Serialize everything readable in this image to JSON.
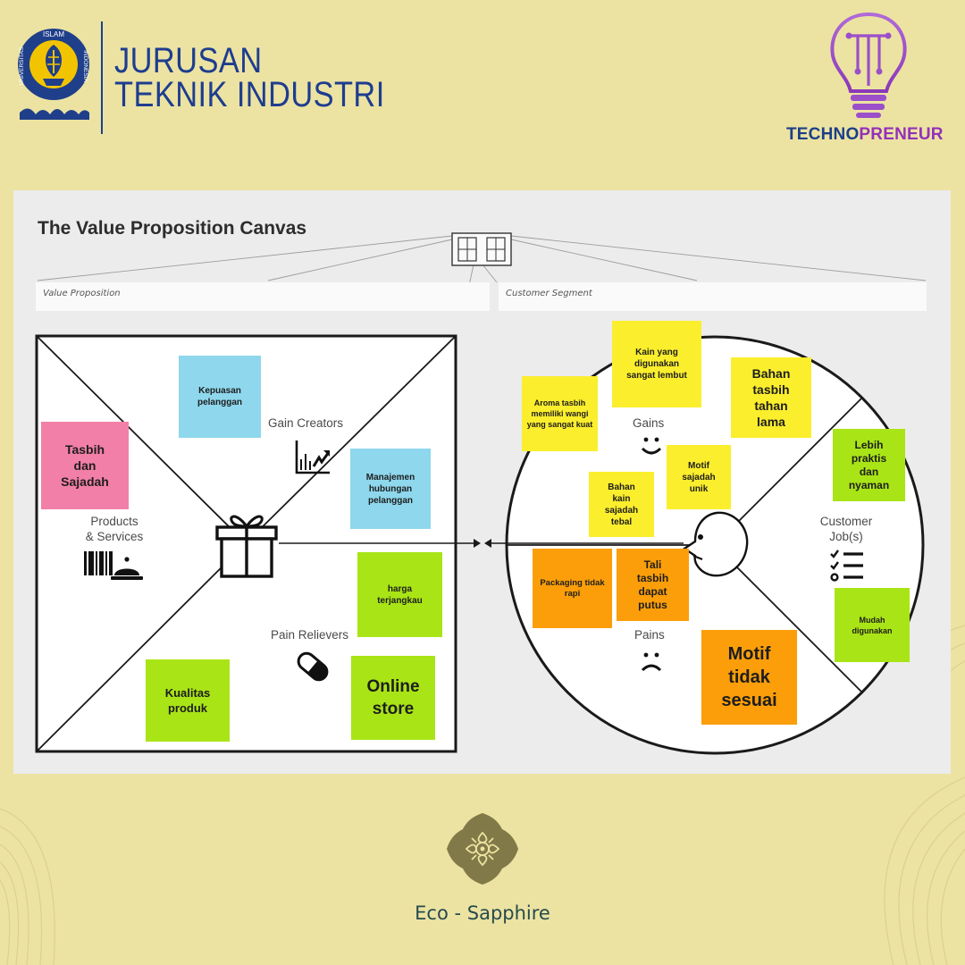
{
  "header": {
    "logo_ring_top": "ISLAM",
    "logo_ring_left": "UNIVERSITAS",
    "logo_ring_right": "INDONESIA",
    "dept_line1": "JURUSAN",
    "dept_line2": "TEKNIK INDUSTRI",
    "brand_prefix": "TECHNO",
    "brand_suffix": "PRENEUR"
  },
  "canvas": {
    "title": "The Value Proposition Canvas",
    "value_proposition_label": "Value Proposition",
    "customer_segment_label": "Customer Segment",
    "zones": {
      "gain_creators": "Gain Creators",
      "products_services_line1": "Products",
      "products_services_line2": "& Services",
      "pain_relievers": "Pain Relievers",
      "gains": "Gains",
      "pains": "Pains",
      "customer_jobs_line1": "Customer",
      "customer_jobs_line2": "Job(s)"
    },
    "notes": {
      "kepuasan": "Kepuasan pelanggan",
      "manajemen": "Manajemen hubungan pelanggan",
      "tasbih_sajadah": "Tasbih dan Sajadah",
      "harga": "harga terjangkau",
      "kualitas": "Kualitas produk",
      "online_store": "Online store",
      "kain_lembut": "Kain yang digunakan sangat lembut",
      "aroma": "Aroma tasbih memiliki wangi yang sangat kuat",
      "bahan_tasbih": "Bahan tasbih tahan lama",
      "lebih_praktis": "Lebih praktis dan nyaman",
      "motif_unik": "Motif sajadah unik",
      "bahan_kain": "Bahan kain sajadah tebal",
      "packaging": "Packaging tidak rapi",
      "tali_tasbih": "Tali tasbih dapat putus",
      "mudah": "Mudah digunakan",
      "motif_tidak": "Motif tidak sesuai"
    }
  },
  "footer": {
    "product_name": "Eco - Sapphire"
  },
  "colors": {
    "background": "#ece3a2",
    "navy": "#1e3d8f",
    "purple": "#9331b9",
    "note_yellow": "#fbee2d",
    "note_green": "#a9e416",
    "note_cyan": "#8ed7ec",
    "note_pink": "#f27fa7",
    "note_orange": "#fb9e09"
  },
  "icons": [
    "university-seal-icon",
    "lightbulb-icon",
    "chart-icon",
    "barcode-icon",
    "service-bell-icon",
    "gift-icon",
    "pill-icon",
    "smile-icon",
    "frown-icon",
    "checklist-icon",
    "ornament-icon"
  ]
}
